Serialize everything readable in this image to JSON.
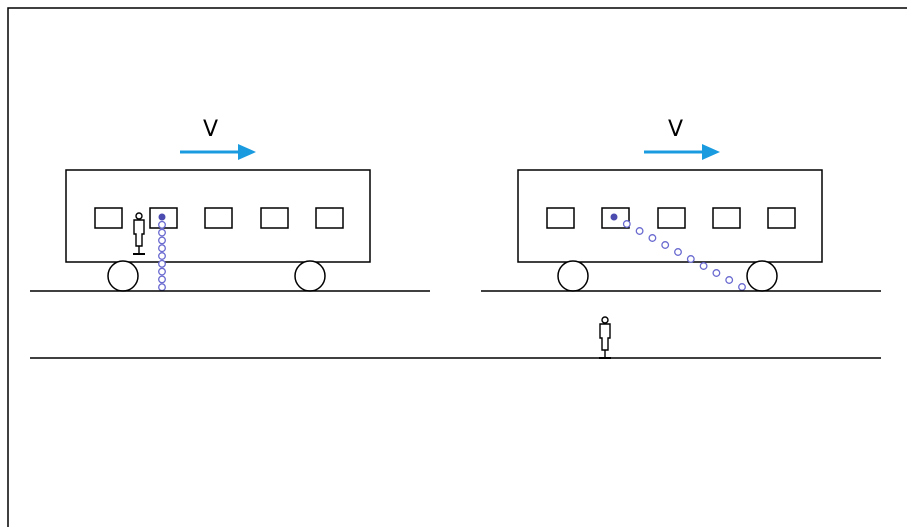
{
  "panels": [
    {
      "velocity_label": "V",
      "arrow_color": "#1a9be0",
      "trajectory": "vertical"
    },
    {
      "velocity_label": "V",
      "arrow_color": "#1a9be0",
      "trajectory": "diagonal"
    }
  ],
  "colors": {
    "stroke": "#000000",
    "ball": "#4b4bb0",
    "trail": "#6a6ad0"
  }
}
